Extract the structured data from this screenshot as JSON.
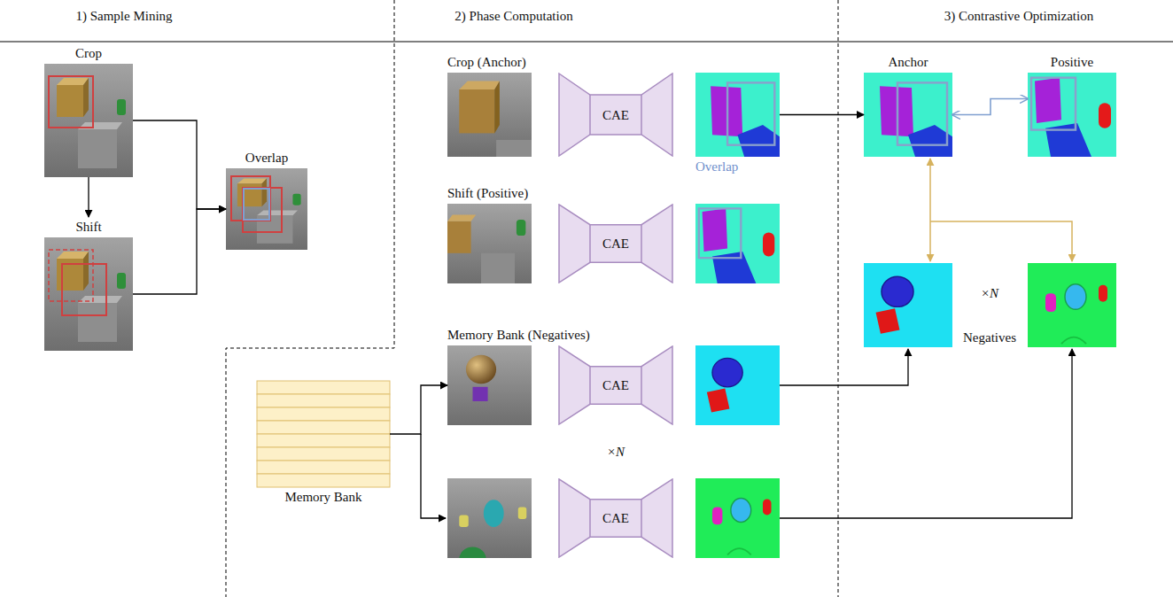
{
  "diagram": {
    "nodes": [
      {
        "text": [
          "Crop"
        ]
      },
      {
        "text": [
          "Shift"
        ]
      },
      {
        "text": [
          "Overlap"
        ]
      },
      {
        "text": [
          "Crop (Anchor)"
        ]
      },
      {
        "text": [
          "CAE"
        ]
      },
      {
        "text": [
          "Overlap"
        ]
      },
      {
        "text": [
          "Shift (Positive)"
        ]
      },
      {
        "text": [
          "CAE"
        ]
      },
      {
        "text": [
          "Memory Bank (Negatives)"
        ]
      },
      {
        "text": [
          "CAE"
        ]
      },
      {
        "text": [
          "CAE"
        ]
      },
      {
        "text": [
          "Memory Bank"
        ]
      },
      {
        "text": [
          "Anchor"
        ]
      },
      {
        "text": [
          "Positive"
        ]
      }
    ],
    "edges": [
      {
        "from": 0,
        "to": 1,
        "arrow": "to"
      },
      {
        "from": 0,
        "to": 2,
        "arrow": "to"
      },
      {
        "from": 1,
        "to": 2,
        "arrow": "to"
      },
      {
        "from": 11,
        "to": 8,
        "arrow": "to"
      },
      {
        "from": 5,
        "to": 12,
        "arrow": "to"
      },
      {
        "from": 12,
        "to": 13,
        "arrow": "both"
      }
    ],
    "labels": [
      "1) Sample Mining",
      "2) Phase Computation",
      "3) Contrastive Optimization",
      "×N",
      "×N",
      "Negatives"
    ]
  }
}
